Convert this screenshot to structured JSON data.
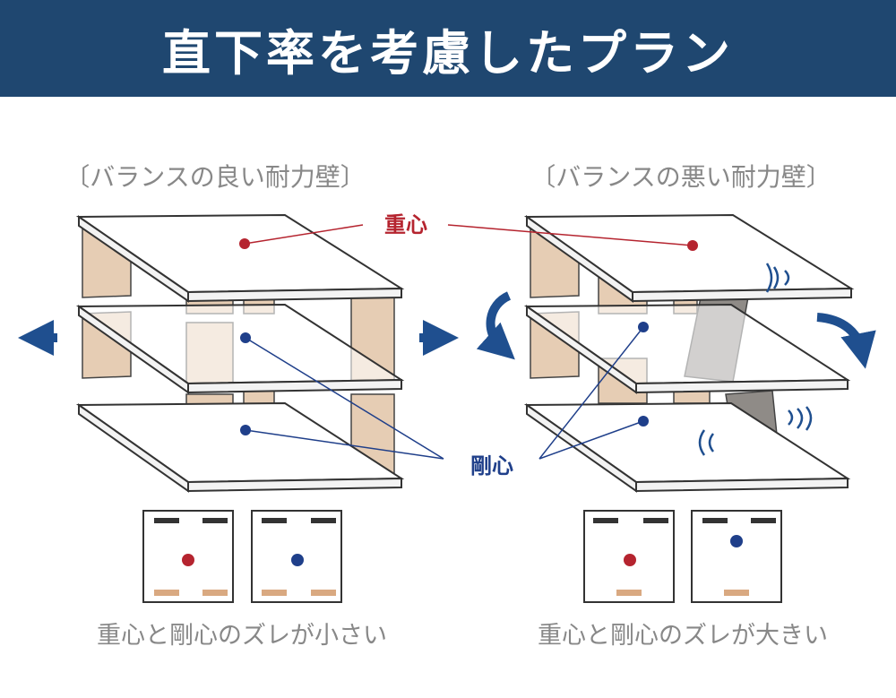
{
  "header": {
    "title": "直下率を考慮したプラン"
  },
  "left_panel": {
    "heading": "〔バランスの良い耐力壁〕",
    "caption": "重心と剛心のズレが小さい"
  },
  "right_panel": {
    "heading": "〔バランスの悪い耐力壁〕",
    "caption": "重心と剛心のズレが大きい"
  },
  "labels": {
    "center_of_gravity": "重心",
    "center_of_rigidity": "剛心"
  },
  "colors": {
    "header_bg": "#1f4770",
    "center_of_gravity": "#b5242f",
    "center_of_rigidity": "#1f3f8a",
    "wall": "#e6cdb4",
    "failed_wall": "#8f8b87",
    "arrow": "#1f4f8f"
  },
  "icons": [
    "arrow-left-icon",
    "arrow-right-icon",
    "rotate-ccw-icon",
    "rotate-cw-icon",
    "vibration-icon"
  ]
}
